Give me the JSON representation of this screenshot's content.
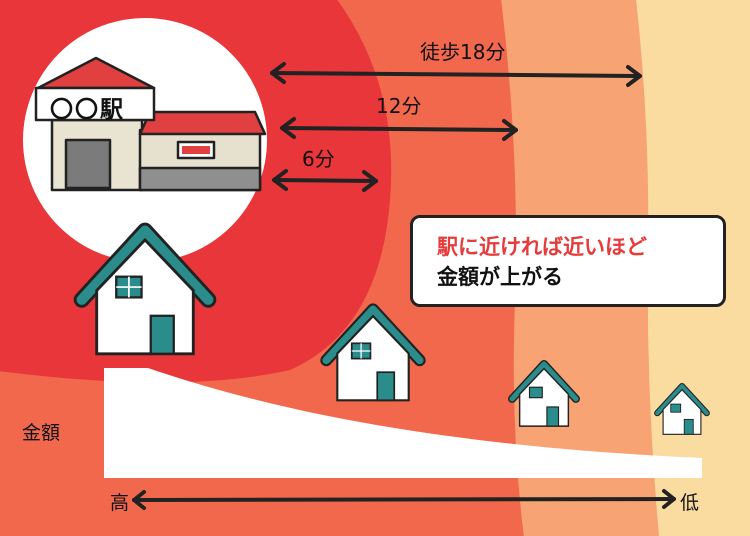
{
  "station": {
    "sign_text": "〇〇駅"
  },
  "walk_labels": {
    "far": "徒歩18分",
    "mid": "12分",
    "near": "6分"
  },
  "note": {
    "line1": "駅に近ければ近いほど",
    "line2": "金額が上がる"
  },
  "price_axis": {
    "label": "金額",
    "high": "高",
    "low": "低"
  },
  "colors": {
    "zone_6min": "#e9363a",
    "zone_12min": "#f2684d",
    "zone_18min": "#f7a373",
    "zone_far": "#fbdca0",
    "note_accent": "#e53b3b",
    "roof": "#2b8c8c"
  }
}
